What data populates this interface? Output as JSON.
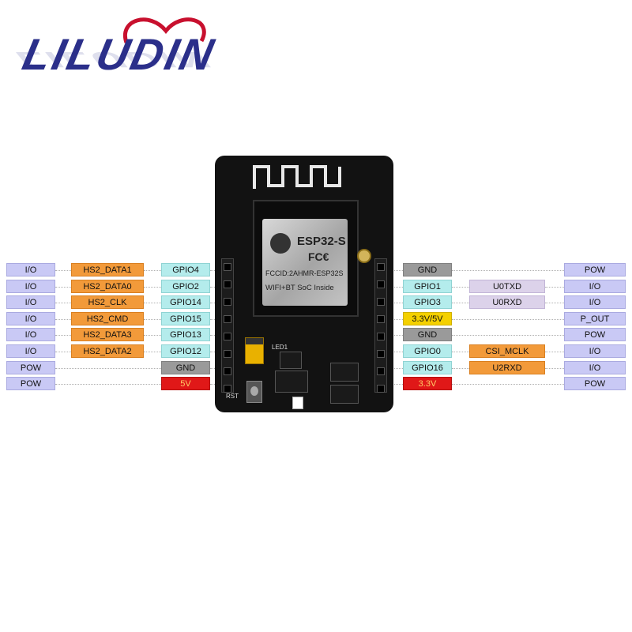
{
  "logo": {
    "text": "LILUDIN"
  },
  "board": {
    "chip_title": "ESP32-S",
    "chip_fcc": "FC€",
    "chip_fccid": "FCCID:2AHMR-ESP32S",
    "chip_desc": "WIFI+BT SoC Inside",
    "led_label": "LED1",
    "rst_label": "RST"
  },
  "left_pins": [
    {
      "type": "I/O",
      "func": "HS2_DATA1",
      "gpio": "GPIO4"
    },
    {
      "type": "I/O",
      "func": "HS2_DATA0",
      "gpio": "GPIO2"
    },
    {
      "type": "I/O",
      "func": "HS2_CLK",
      "gpio": "GPIO14"
    },
    {
      "type": "I/O",
      "func": "HS2_CMD",
      "gpio": "GPIO15"
    },
    {
      "type": "I/O",
      "func": "HS2_DATA3",
      "gpio": "GPIO13"
    },
    {
      "type": "I/O",
      "func": "HS2_DATA2",
      "gpio": "GPIO12"
    },
    {
      "type": "POW",
      "func": "",
      "gpio": "GND"
    },
    {
      "type": "POW",
      "func": "",
      "gpio": "5V"
    }
  ],
  "right_pins": [
    {
      "gpio": "GND",
      "func": "",
      "type": "POW"
    },
    {
      "gpio": "GPIO1",
      "func": "U0TXD",
      "type": "I/O"
    },
    {
      "gpio": "GPIO3",
      "func": "U0RXD",
      "type": "I/O"
    },
    {
      "gpio": "3.3V/5V",
      "func": "",
      "type": "P_OUT"
    },
    {
      "gpio": "GND",
      "func": "",
      "type": "POW"
    },
    {
      "gpio": "GPIO0",
      "func": "CSI_MCLK",
      "type": "I/O"
    },
    {
      "gpio": "GPIO16",
      "func": "U2RXD",
      "type": "I/O"
    },
    {
      "gpio": "3.3V",
      "func": "",
      "type": "POW"
    }
  ],
  "colors": {
    "logo_blue": "#2b2f8a",
    "logo_red": "#c8102e",
    "io": "#c9c9f5",
    "func": "#f29a3a",
    "gpio": "#b4ecec",
    "gnd": "#9a9a9a",
    "power_red": "#e01818",
    "power_yellow": "#f4d000",
    "uart": "#dcd2ea"
  }
}
